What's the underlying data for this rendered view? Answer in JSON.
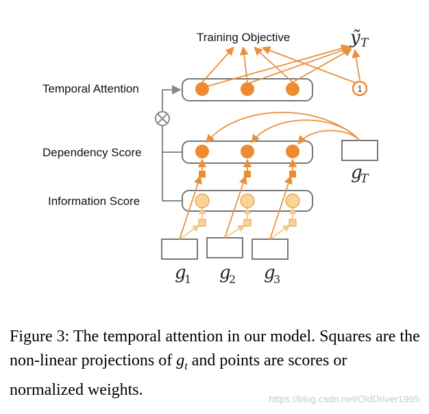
{
  "figure": {
    "labels": {
      "training_objective": "Training Objective",
      "temporal_attention": "Temporal Attention",
      "dependency_score": "Dependency Score",
      "information_score": "Information Score"
    },
    "symbols": {
      "y_tilde_T": "ỹ",
      "y_sub": "T",
      "g_T": "g",
      "g_T_sub": "T",
      "g1": "g",
      "g1_sub": "1",
      "g2": "g",
      "g2_sub": "2",
      "g3": "g",
      "g3_sub": "3",
      "one_node": "1",
      "multiply": "⊗"
    },
    "colors": {
      "node_dark": "#ee8a2f",
      "node_light": "#f7d497",
      "arrow_dark": "#ea8f3b",
      "arrow_light": "#f2cb86",
      "box_stroke": "#777777",
      "gray_arrow": "#888888"
    }
  },
  "caption": {
    "part1": "Figure 3:  The temporal attention in our model. Squares are the non-linear projections of ",
    "math": "g",
    "math_sub": "t",
    "part2": " and points are scores or normalized weights."
  },
  "watermark": "https://blog.csdn.net/OldDriver1995"
}
